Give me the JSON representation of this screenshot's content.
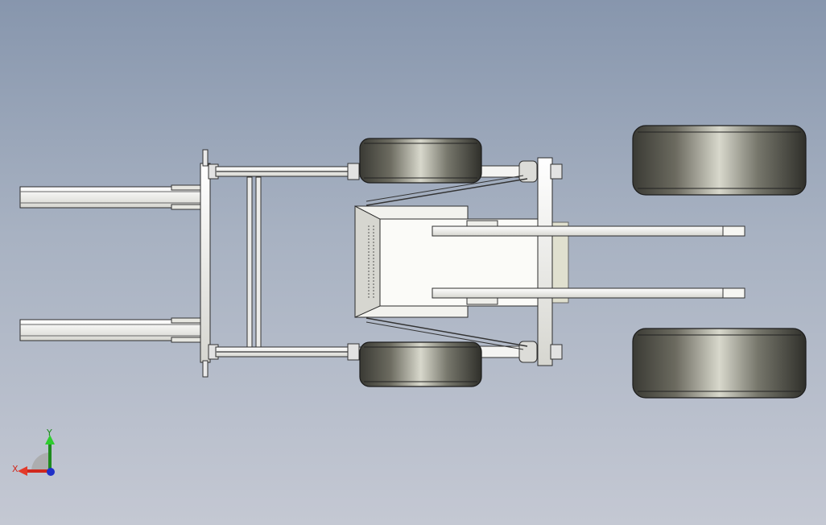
{
  "viewport": {
    "background_top": "#8796ad",
    "background_bottom": "#c4c8d3"
  },
  "model": {
    "parts": [
      "rear-fork-arm-upper",
      "rear-fork-arm-lower",
      "cross-frame",
      "side-rail-upper",
      "side-rail-lower",
      "front-wheel-upper",
      "front-wheel-lower",
      "rear-wheel-upper",
      "rear-wheel-lower",
      "axle-beam",
      "bucket",
      "lift-arm-upper",
      "lift-arm-lower"
    ]
  },
  "triad": {
    "x_label": "X",
    "y_label": "Y",
    "x_color": "#d0281e",
    "y_color": "#1e8a1e",
    "z_color": "#2030c8"
  }
}
